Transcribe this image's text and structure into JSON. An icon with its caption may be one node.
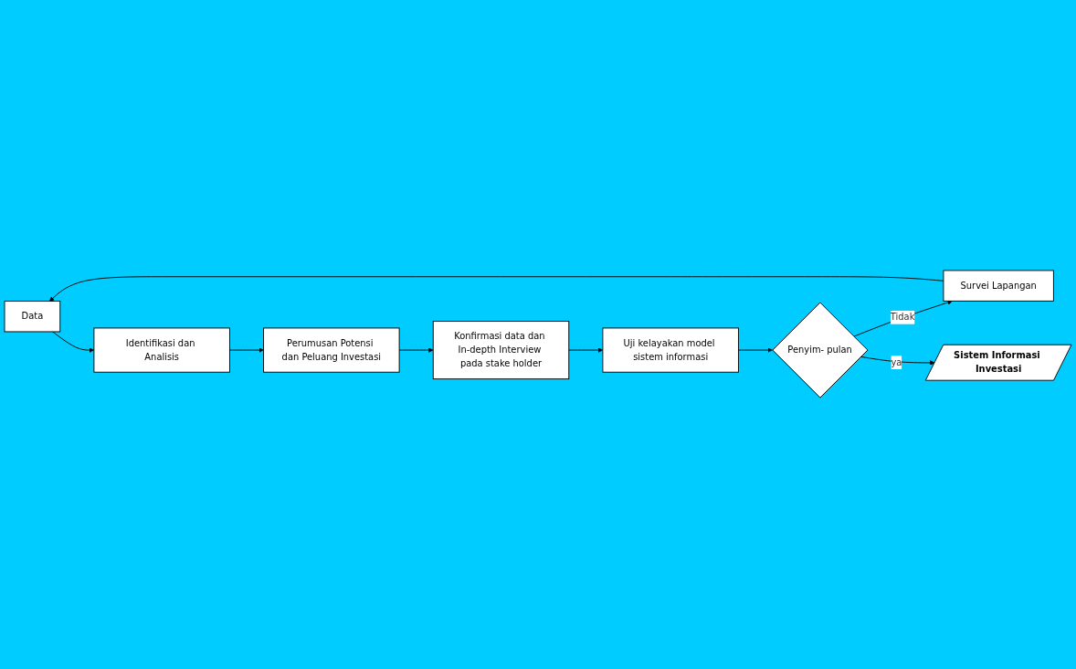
{
  "diagram": {
    "nodes": [
      {
        "text": [
          "Data"
        ]
      },
      {
        "text": [
          "Identifikasi dan Analisis"
        ]
      },
      {
        "text": [
          "Perumusan Potensi dan Peluang Investasi"
        ]
      },
      {
        "text": [
          "Konfirmasi data dan In-depth Interview pada stake holder"
        ]
      },
      {
        "text": [
          "Uji kelayakan model sistem informasi"
        ]
      },
      {
        "text": [
          "Penyim- pulan"
        ]
      },
      {
        "text": [
          "Survei Lapangan"
        ]
      },
      {
        "text": [
          "Sistem Informasi Investasi"
        ]
      }
    ],
    "edges": [
      {
        "from": 0,
        "to": 1,
        "arrow": "to"
      },
      {
        "from": 1,
        "to": 2,
        "arrow": "to"
      },
      {
        "from": 2,
        "to": 3,
        "arrow": "to"
      },
      {
        "from": 3,
        "to": 4,
        "arrow": "to"
      },
      {
        "from": 4,
        "to": 5,
        "arrow": "to"
      },
      {
        "from": 5,
        "to": 6,
        "label": "Tidak",
        "arrow": "to"
      },
      {
        "from": 6,
        "to": 0,
        "arrow": "to"
      },
      {
        "from": 5,
        "to": 7,
        "label": "ya",
        "arrow": "to"
      }
    ]
  }
}
